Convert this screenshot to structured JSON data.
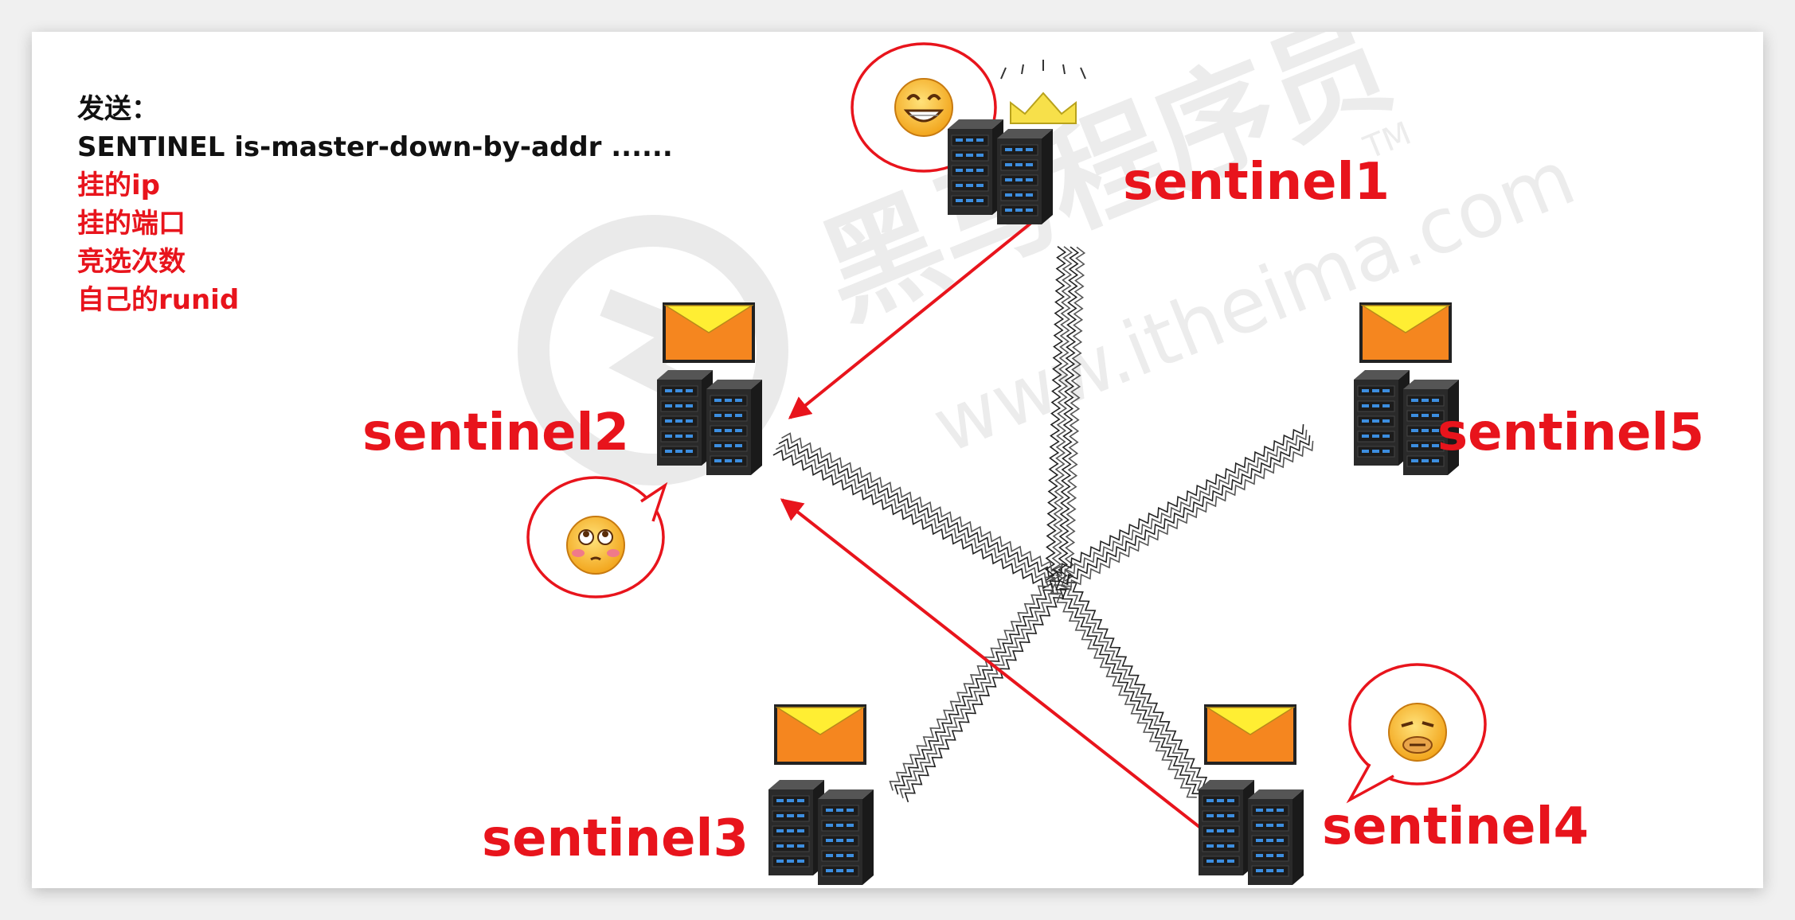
{
  "panel": {
    "lines": [
      {
        "text": "发送：",
        "color": "black"
      },
      {
        "text": "SENTINEL is-master-down-by-addr ......",
        "color": "black"
      },
      {
        "text": "挂的ip",
        "color": "red"
      },
      {
        "text": "挂的端口",
        "color": "red"
      },
      {
        "text": "竞选次数",
        "color": "red"
      },
      {
        "text": "自己的runid",
        "color": "red"
      }
    ]
  },
  "nodes": [
    {
      "id": "sentinel1",
      "label": "sentinel1",
      "crown": true,
      "envelope": false,
      "emoji": "grin"
    },
    {
      "id": "sentinel2",
      "label": "sentinel2",
      "crown": false,
      "envelope": true,
      "emoji": "blush"
    },
    {
      "id": "sentinel3",
      "label": "sentinel3",
      "crown": false,
      "envelope": true,
      "emoji": ""
    },
    {
      "id": "sentinel4",
      "label": "sentinel4",
      "crown": false,
      "envelope": true,
      "emoji": "worried"
    },
    {
      "id": "sentinel5",
      "label": "sentinel5",
      "crown": false,
      "envelope": true,
      "emoji": ""
    }
  ],
  "arrows": [
    {
      "from": "sentinel1",
      "to": "sentinel2"
    },
    {
      "from": "sentinel4",
      "to": "sentinel2"
    }
  ],
  "watermark": {
    "brand": "黑马程序员",
    "tm": "TM",
    "url": "www.itheima.com"
  },
  "colors": {
    "label_red": "#e8141c",
    "arrow_red": "#e8141c",
    "envelope_orange": "#f5861f",
    "envelope_flap": "#ffee33",
    "crown_yellow": "#f7e04a",
    "server_dark": "#2a2a2a",
    "server_led": "#3c8ee0"
  }
}
